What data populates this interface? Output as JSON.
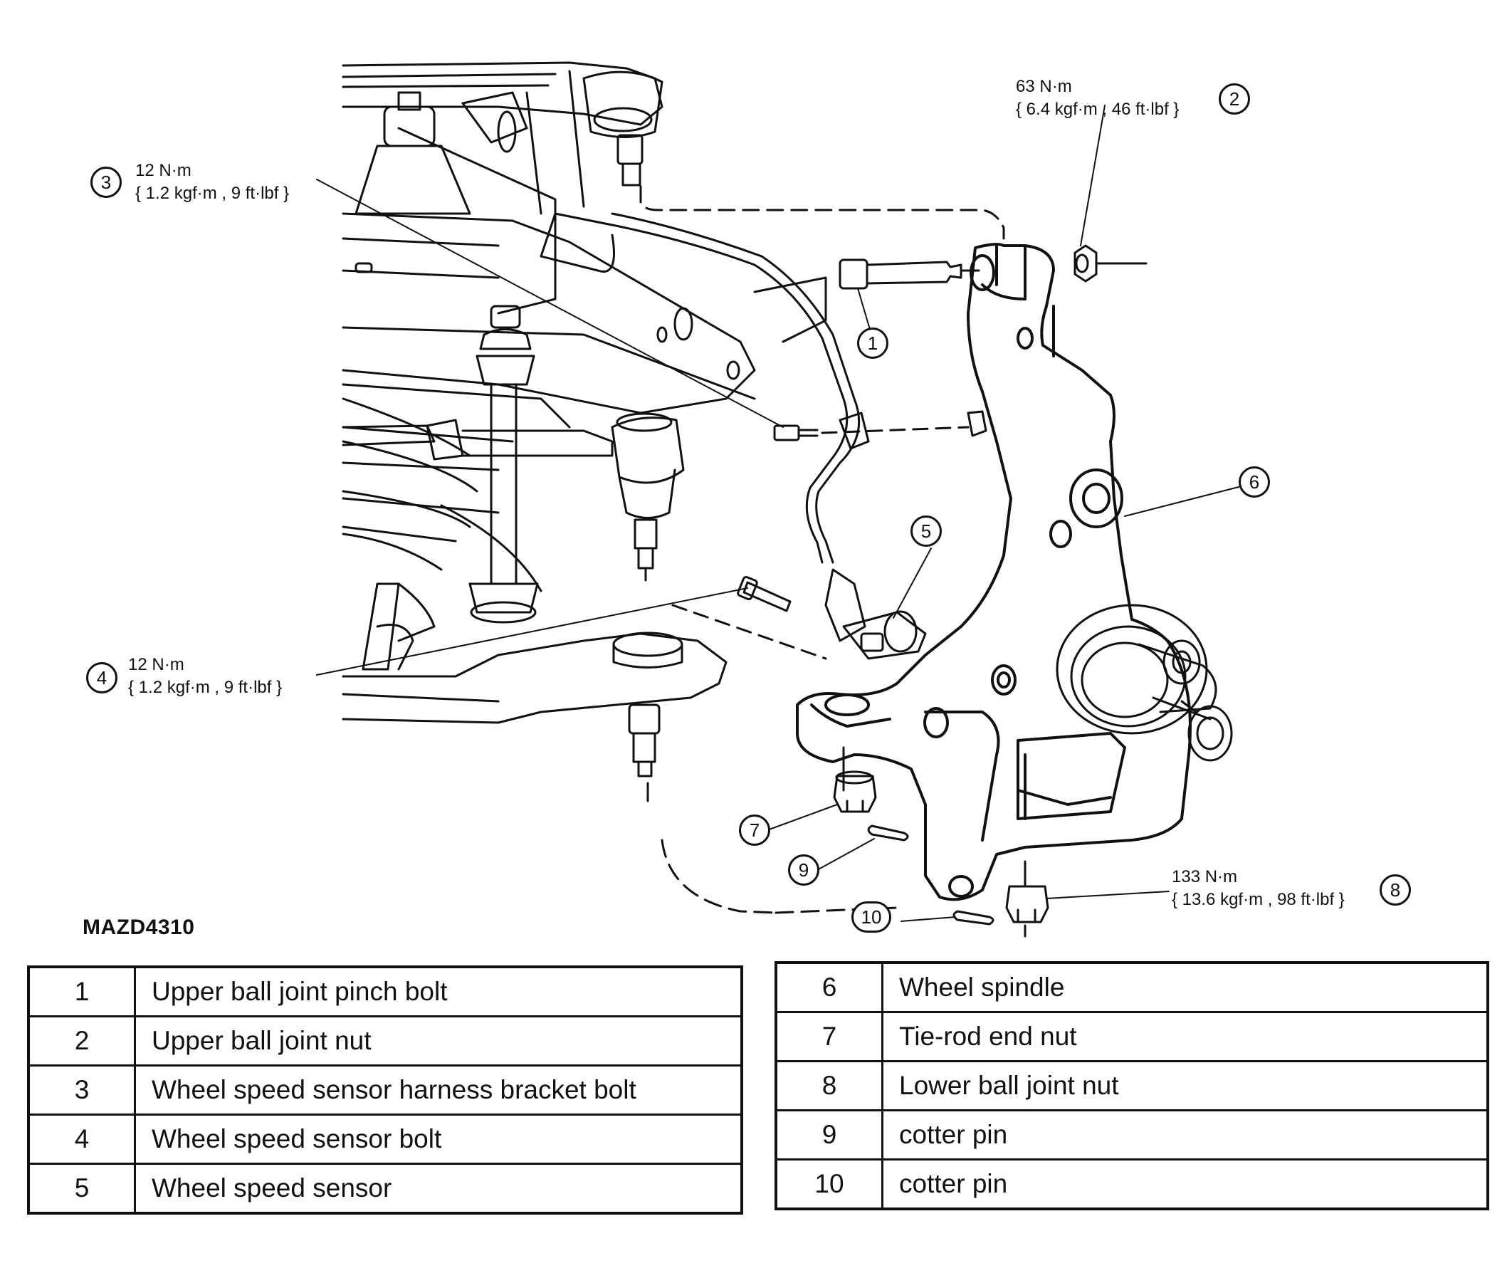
{
  "figure_code": "MAZD4310",
  "callouts": [
    {
      "num": "1"
    },
    {
      "num": "2",
      "torque_nm": "63 N·m",
      "torque_alt": "{ 6.4 kgf·m , 46 ft·lbf }"
    },
    {
      "num": "3",
      "torque_nm": "12 N·m",
      "torque_alt": "{ 1.2 kgf·m , 9 ft·lbf }"
    },
    {
      "num": "4",
      "torque_nm": "12 N·m",
      "torque_alt": "{ 1.2 kgf·m , 9 ft·lbf }"
    },
    {
      "num": "5"
    },
    {
      "num": "6"
    },
    {
      "num": "7"
    },
    {
      "num": "8",
      "torque_nm": "133 N·m",
      "torque_alt": "{ 13.6 kgf·m , 98 ft·lbf }"
    },
    {
      "num": "9"
    },
    {
      "num": "10"
    }
  ],
  "legend_left": [
    {
      "num": "1",
      "label": "Upper ball joint pinch bolt"
    },
    {
      "num": "2",
      "label": "Upper ball joint nut"
    },
    {
      "num": "3",
      "label": "Wheel speed sensor harness bracket bolt"
    },
    {
      "num": "4",
      "label": "Wheel speed sensor bolt"
    },
    {
      "num": "5",
      "label": "Wheel speed sensor"
    }
  ],
  "legend_right": [
    {
      "num": "6",
      "label": "Wheel spindle"
    },
    {
      "num": "7",
      "label": "Tie-rod end nut"
    },
    {
      "num": "8",
      "label": "Lower ball joint nut"
    },
    {
      "num": "9",
      "label": "cotter pin"
    },
    {
      "num": "10",
      "label": "cotter pin"
    }
  ]
}
